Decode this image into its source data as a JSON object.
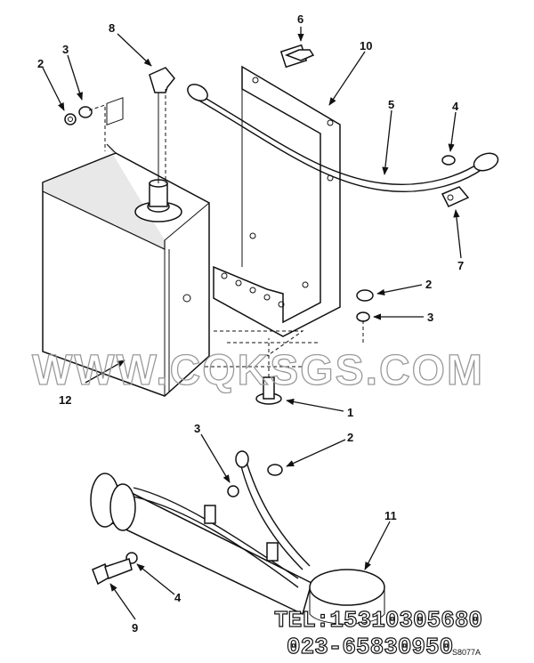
{
  "watermark": "WWW.CQKSGS.COM",
  "contact": {
    "tel": "TEL:15310305680",
    "phone": "023-65830950"
  },
  "figure_code": "S8077A",
  "callouts": [
    {
      "id": "c-6",
      "label": "6"
    },
    {
      "id": "c-8",
      "label": "8"
    },
    {
      "id": "c-10",
      "label": "10"
    },
    {
      "id": "c-2a",
      "label": "2"
    },
    {
      "id": "c-3a",
      "label": "3"
    },
    {
      "id": "c-5",
      "label": "5"
    },
    {
      "id": "c-4a",
      "label": "4"
    },
    {
      "id": "c-7",
      "label": "7"
    },
    {
      "id": "c-2b",
      "label": "2"
    },
    {
      "id": "c-3b",
      "label": "3"
    },
    {
      "id": "c-1",
      "label": "1"
    },
    {
      "id": "c-12",
      "label": "12"
    },
    {
      "id": "c-3c",
      "label": "3"
    },
    {
      "id": "c-2c",
      "label": "2"
    },
    {
      "id": "c-11",
      "label": "11"
    },
    {
      "id": "c-4b",
      "label": "4"
    },
    {
      "id": "c-9",
      "label": "9"
    }
  ]
}
